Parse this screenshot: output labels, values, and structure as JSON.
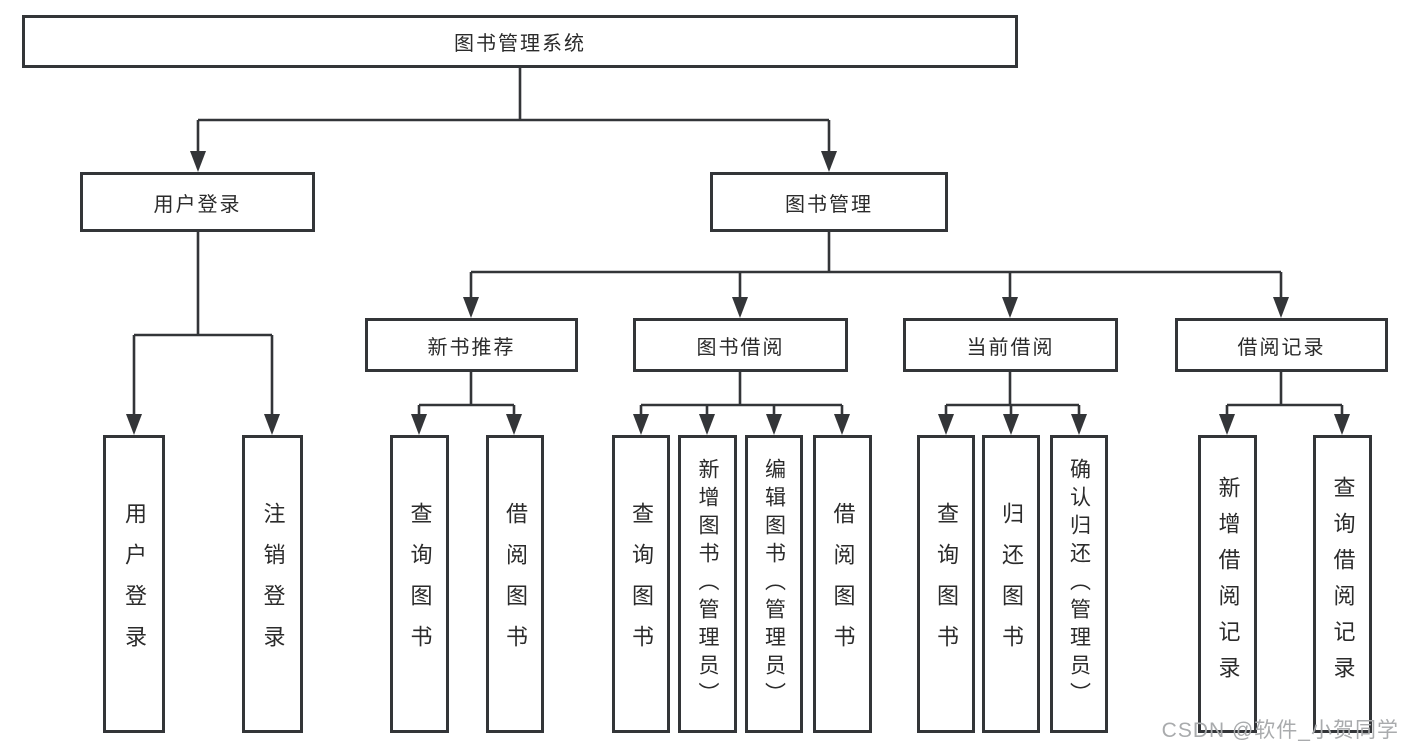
{
  "diagram": {
    "title": "图书管理系统",
    "root": {
      "label": "图书管理系统"
    },
    "user_login": {
      "label": "用户登录",
      "children": [
        {
          "label": "用户登录"
        },
        {
          "label": "注销登录"
        }
      ]
    },
    "book_mgmt": {
      "label": "图书管理",
      "modules": [
        {
          "label": "新书推荐",
          "children": [
            {
              "label": "查询图书"
            },
            {
              "label": "借阅图书"
            }
          ]
        },
        {
          "label": "图书借阅",
          "children": [
            {
              "label": "查询图书"
            },
            {
              "label": "新增图书（管理员）"
            },
            {
              "label": "编辑图书（管理员）"
            },
            {
              "label": "借阅图书"
            }
          ]
        },
        {
          "label": "当前借阅",
          "children": [
            {
              "label": "查询图书"
            },
            {
              "label": "归还图书"
            },
            {
              "label": "确认归还（管理员）"
            }
          ]
        },
        {
          "label": "借阅记录",
          "children": [
            {
              "label": "新增借阅记录"
            },
            {
              "label": "查询借阅记录"
            }
          ]
        }
      ]
    },
    "colors": {
      "line": "#333538",
      "box_background": "#ffffff",
      "text": "#2b2b2b",
      "watermark": "#a9abad"
    },
    "watermark": "CSDN @软件_小贺同学"
  }
}
